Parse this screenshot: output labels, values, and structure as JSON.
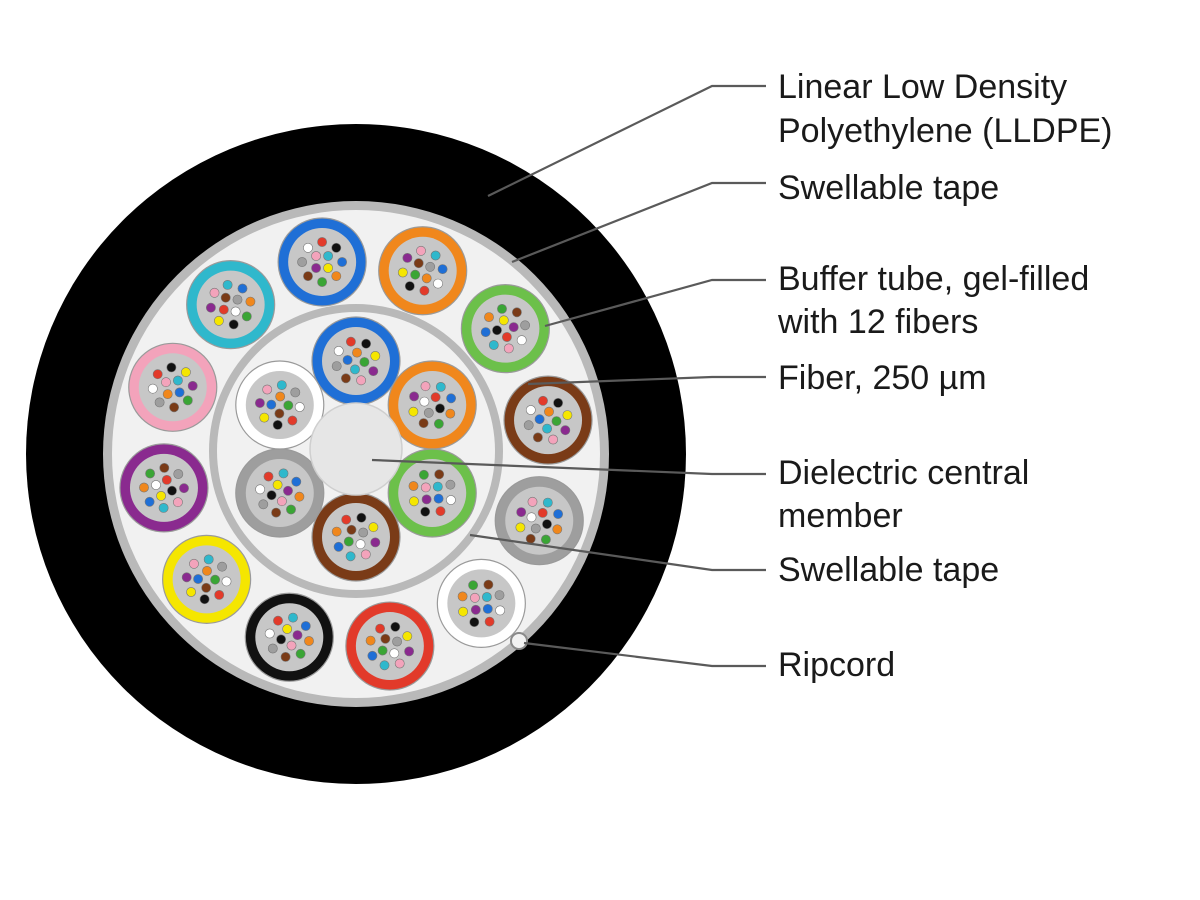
{
  "labels": {
    "lldpe_line1": "Linear Low Density",
    "lldpe_line2": "Polyethylene (LLDPE)",
    "outer_tape": "Swellable tape",
    "buffer_line1": "Buffer tube, gel-filled",
    "buffer_line2": "with 12 fibers",
    "fiber": "Fiber, 250 µm",
    "central_line1": "Dielectric central",
    "central_line2": "member",
    "inner_tape": "Swellable tape",
    "ripcord": "Ripcord"
  },
  "colors": {
    "jacket": "#000000",
    "tape": "#b9b9b9",
    "gel_fill": "#f1f1f1",
    "tube_gel": "#c7c7c7",
    "central_member": "#e6e6e6",
    "leader_line": "#5a5a5a"
  },
  "fiber_colors": [
    "#1f6fd6",
    "#f0871c",
    "#3aa535",
    "#7a3b17",
    "#9e9e9e",
    "#ffffff",
    "#e23a2a",
    "#111111",
    "#f5e600",
    "#8a2a8f",
    "#f3a3bb",
    "#2fb8cc"
  ],
  "outer_ring_tubes": [
    {
      "name": "blue",
      "color": "#1f6fd6"
    },
    {
      "name": "orange",
      "color": "#f0871c"
    },
    {
      "name": "green",
      "color": "#6cc04a"
    },
    {
      "name": "brown",
      "color": "#7a3b17"
    },
    {
      "name": "slate",
      "color": "#9e9e9e"
    },
    {
      "name": "white",
      "color": "#ffffff"
    },
    {
      "name": "red",
      "color": "#e23a2a"
    },
    {
      "name": "black",
      "color": "#111111"
    },
    {
      "name": "yellow",
      "color": "#f5e600"
    },
    {
      "name": "violet",
      "color": "#8a2a8f"
    },
    {
      "name": "rose",
      "color": "#f3a3bb"
    },
    {
      "name": "aqua",
      "color": "#2fb8cc"
    }
  ],
  "inner_ring_tubes": [
    {
      "name": "blue",
      "color": "#1f6fd6"
    },
    {
      "name": "orange",
      "color": "#f0871c"
    },
    {
      "name": "green",
      "color": "#6cc04a"
    },
    {
      "name": "brown",
      "color": "#7a3b17"
    },
    {
      "name": "slate",
      "color": "#9e9e9e"
    },
    {
      "name": "white",
      "color": "#ffffff"
    }
  ]
}
